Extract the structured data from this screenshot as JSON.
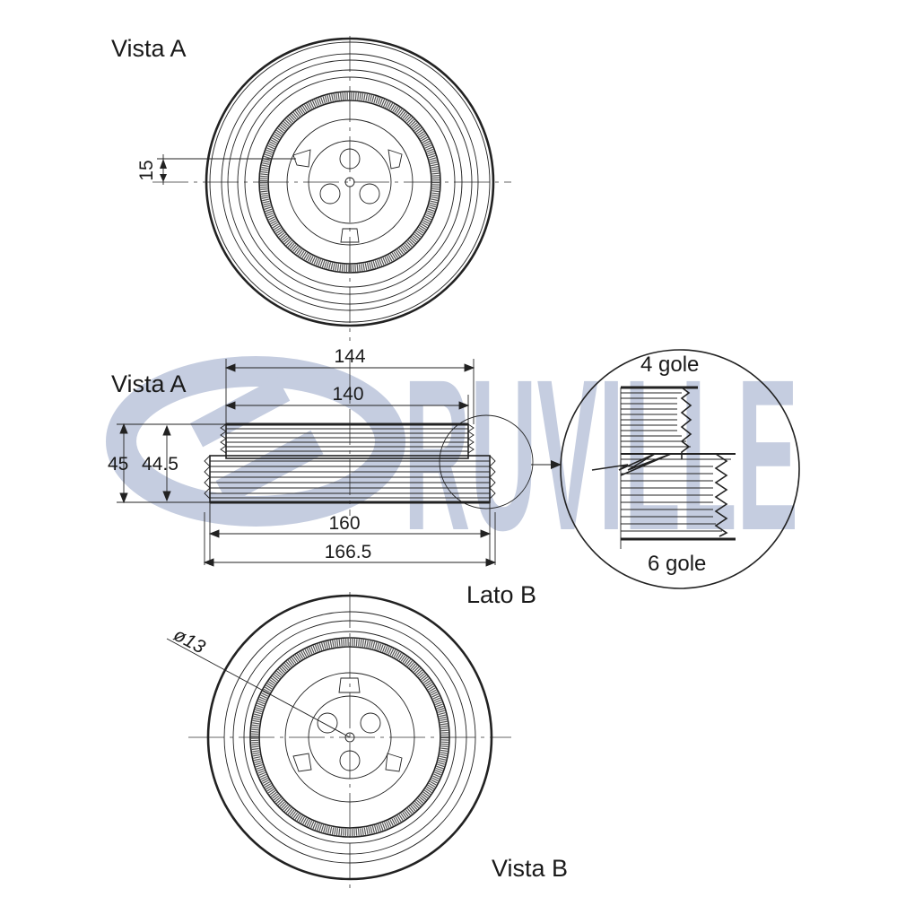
{
  "labels": {
    "top_view": "Vista A",
    "side_view": "Vista A",
    "side_b": "Lato B",
    "bottom_view": "Vista B",
    "detail_top": "4 gole",
    "detail_bottom": "6 gole"
  },
  "dimensions": {
    "offset": "15",
    "width_outer_top": "144",
    "width_inner_top": "140",
    "height_outer": "45",
    "height_inner": "44.5",
    "width_inner_bottom": "160",
    "width_outer_bottom": "166.5",
    "hole_diameter": "ø13"
  },
  "watermark": {
    "brand": "RUVILLE",
    "color": "#c5cde0"
  }
}
